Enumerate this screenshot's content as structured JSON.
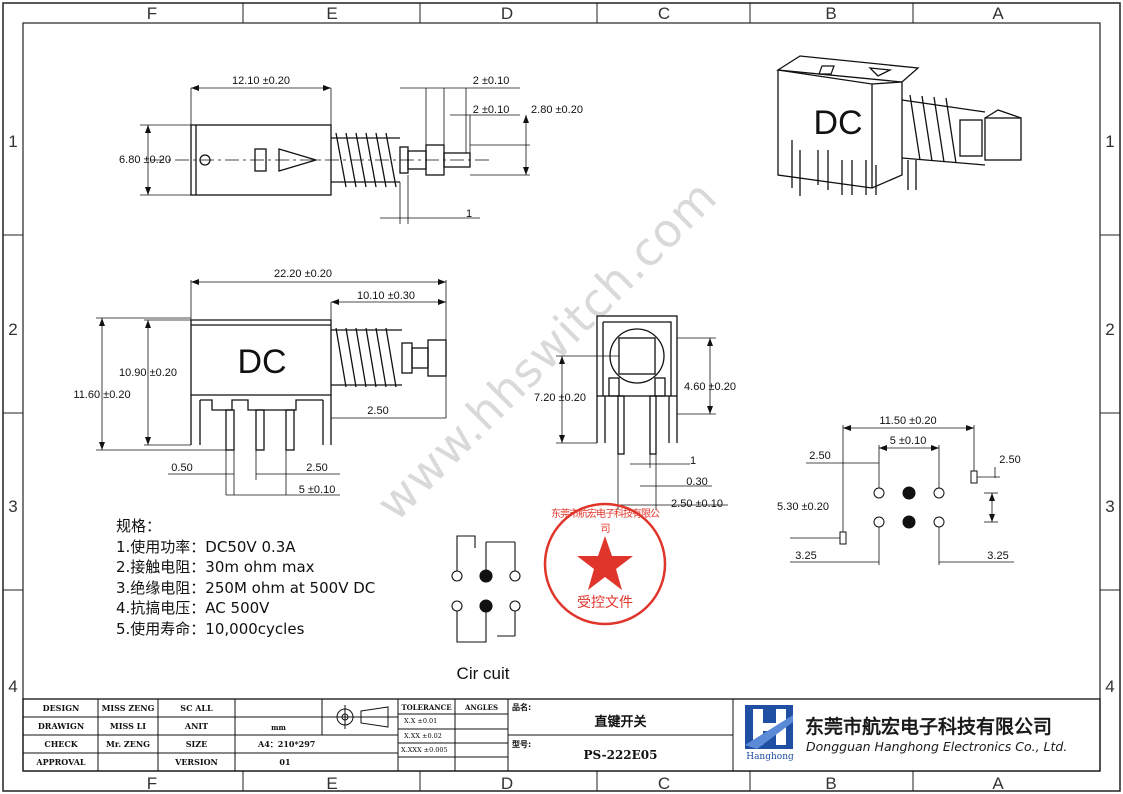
{
  "zones": {
    "top": [
      "F",
      "E",
      "D",
      "C",
      "B",
      "A"
    ],
    "side": [
      "1",
      "2",
      "3",
      "4"
    ]
  },
  "dimensions": {
    "top_view": [
      "12.10 ±0.20",
      "2 ±0.10",
      "2 ±0.10",
      "2.80 ±0.20",
      "6.80 ±0.20",
      "1"
    ],
    "side_view": [
      "22.20 ±0.20",
      "10.10 ±0.30",
      "10.90 ±0.20",
      "11.60 ±0.20",
      "2.50",
      "0.50",
      "2.50",
      "5 ±0.10"
    ],
    "end_view": [
      "4.60 ±0.20",
      "7.20 ±0.20",
      "1",
      "0.30",
      "2.50 ±0.10"
    ],
    "footprint": [
      "11.50 ±0.20",
      "5 ±0.10",
      "2.50",
      "2.50",
      "5.30 ±0.20",
      "3.25",
      "3.25"
    ]
  },
  "body_marking": "DC",
  "specs": {
    "title": "规格：",
    "lines": [
      "1.使用功率：DC50V  0.3A",
      "2.接触电阻：30m  ohm  max",
      "3.绝缘电阻：250M  ohm  at 500V DC",
      "4.抗搞电压：AC 500V",
      "5.使用寿命：10,000cycles"
    ]
  },
  "circuit_label": "Cir cuit",
  "watermark": "www.hhswitch.com",
  "stamp": {
    "company": "东莞市航宏电子科技有限公司",
    "text": "受控文件",
    "color": "#e0352b"
  },
  "title_block": {
    "rows": [
      {
        "label": "DESIGN",
        "name": "MISS ZENG",
        "key": "SC ALL",
        "value": ""
      },
      {
        "label": "DRAWIGN",
        "name": "MISS LI",
        "key": "ANIT",
        "value": "mm"
      },
      {
        "label": "CHECK",
        "name": "Mr. ZENG",
        "key": "SIZE",
        "value": "A4：210*297"
      },
      {
        "label": "APPROVAL",
        "name": "",
        "key": "VERSION",
        "value": "01"
      }
    ],
    "tolerance_header": "TOLERANCE",
    "angles_header": "ANGLES",
    "tolerances": [
      "X.X   ±0.01",
      "X.XX   ±0.02",
      "X.XXX  ±0.005"
    ],
    "product_name_label": "品名:",
    "product_name": "直键开关",
    "model_label": "型号:",
    "model": "PS-222E05",
    "company_cn": "东莞市航宏电子科技有限公司",
    "company_en": "Dongguan Hanghong Electronics Co., Ltd.",
    "logo_text": "Hanghong",
    "brand_color": "#1f4fa3"
  }
}
